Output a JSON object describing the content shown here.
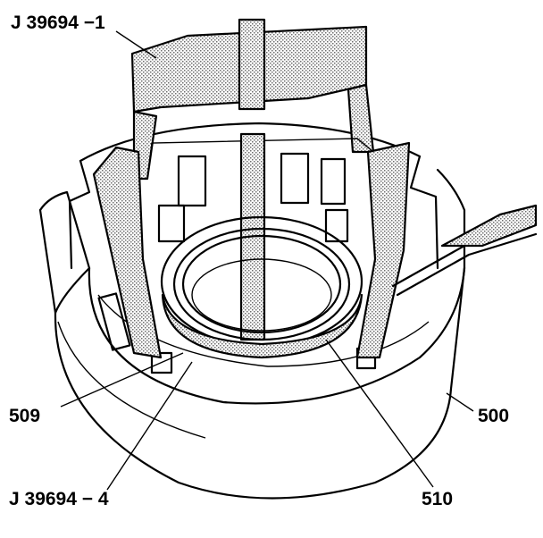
{
  "labels": {
    "tool_top": "J 39694 −1",
    "tool_bottom": "J 39694 − 4",
    "part_509": "509",
    "part_510": "510",
    "part_500": "500"
  },
  "colors": {
    "ink": "#000000",
    "paper": "#ffffff",
    "stipple": "#8a8a8a"
  }
}
